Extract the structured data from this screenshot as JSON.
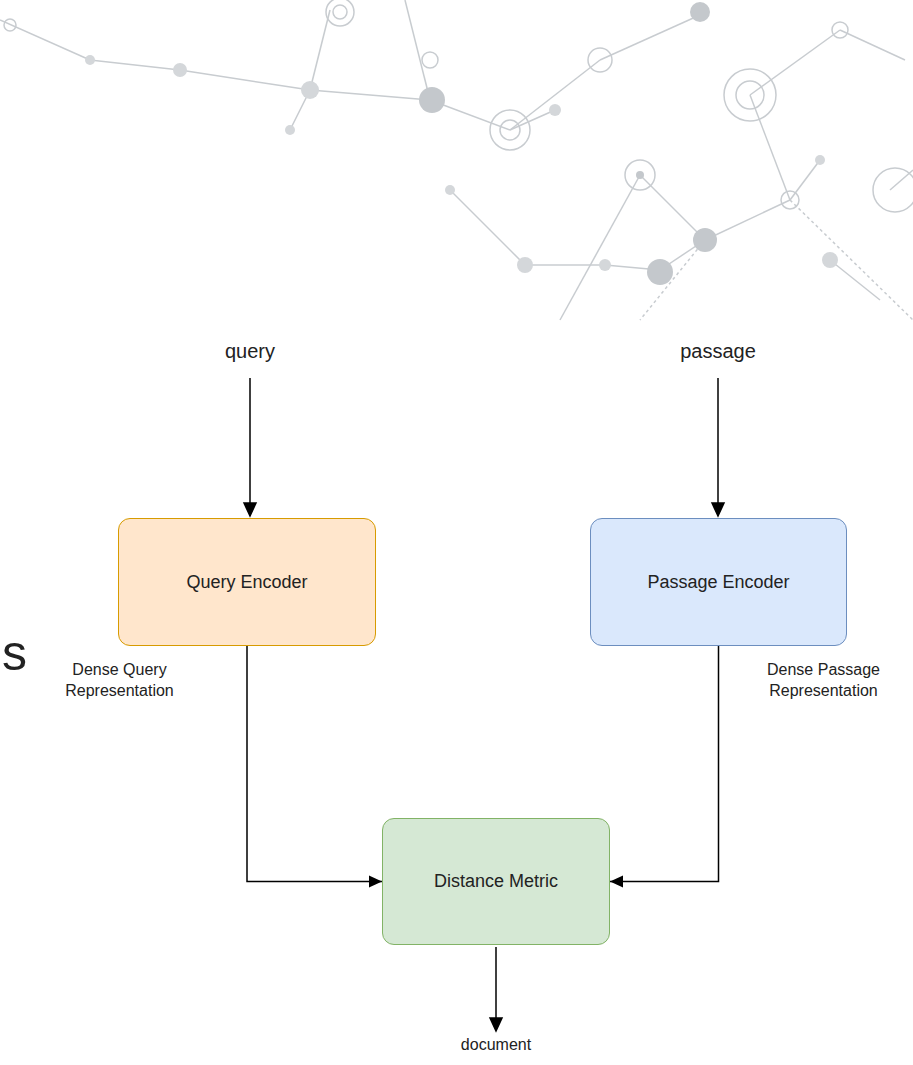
{
  "diagram": {
    "nodes": [
      {
        "text": [
          "Query Encoder"
        ]
      },
      {
        "text": [
          "Passage Encoder"
        ]
      },
      {
        "text": [
          "Distance Metric"
        ]
      }
    ],
    "edges": [
      {
        "from": 0,
        "to": 2,
        "arrow": "to",
        "label": "Dense Query Representation"
      },
      {
        "from": 1,
        "to": 2,
        "arrow": "to",
        "label": "Dense Passage Representation"
      }
    ],
    "labels": [
      "query",
      "passage",
      "document",
      "s"
    ]
  }
}
